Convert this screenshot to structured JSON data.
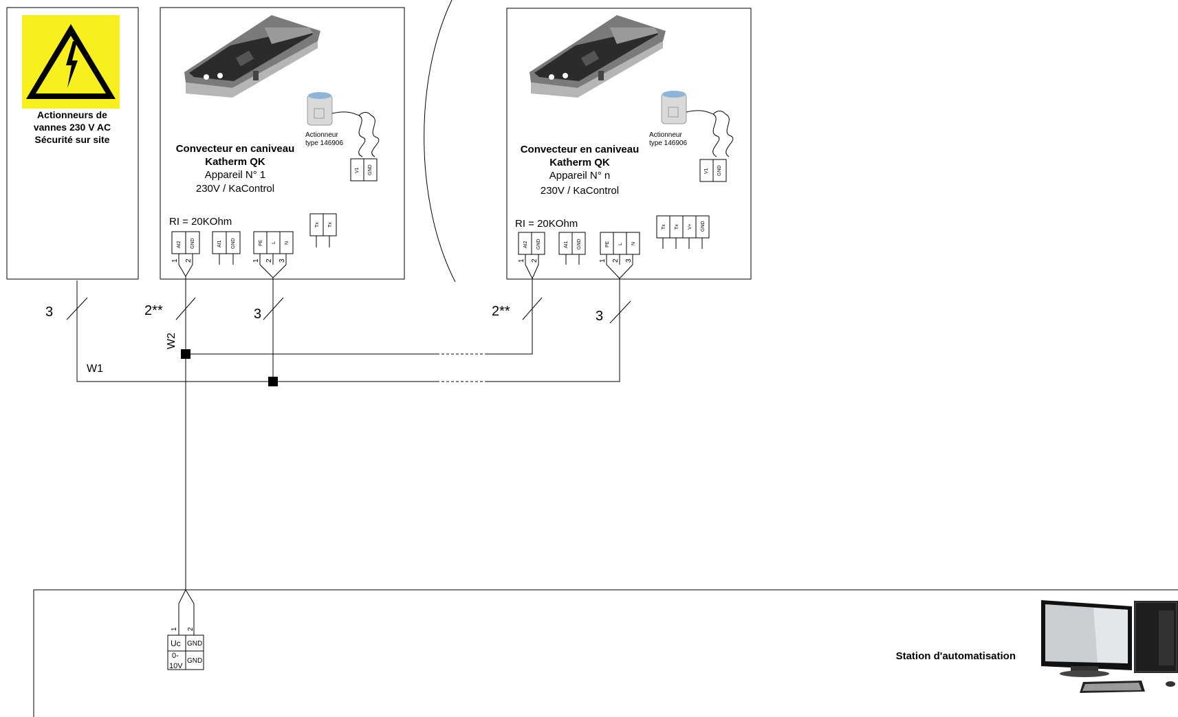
{
  "warning_box": {
    "line1": "Actionneurs de",
    "line2": "vannes 230 V AC",
    "line3": "Sécurité sur site"
  },
  "unit1": {
    "title1": "Convecteur en caniveau",
    "title2": "Katherm QK",
    "device": "Appareil N° 1",
    "power": "230V / KaControl",
    "actuator1": "Actionneur",
    "actuator2": "type 146906",
    "ri": "RI = 20KOhm",
    "terms_ai2": [
      "AI2",
      "GND"
    ],
    "terms_ai1": [
      "AI1",
      "GND"
    ],
    "terms_power": [
      "PE",
      "L",
      "N"
    ],
    "terms_tx": [
      "Tx",
      "Tx"
    ],
    "terms_valve": [
      "V1",
      "GND"
    ]
  },
  "unitn": {
    "title1": "Convecteur en caniveau",
    "title2": "Katherm QK",
    "device": "Appareil N° n",
    "power": "230V / KaControl",
    "actuator1": "Actionneur",
    "actuator2": "type 146906",
    "ri": "RI = 20KOhm",
    "terms_ai2": [
      "AI2",
      "GND"
    ],
    "terms_ai1": [
      "AI1",
      "GND"
    ],
    "terms_power": [
      "PE",
      "L",
      "N"
    ],
    "terms_tx": [
      "Tx",
      "Tx",
      "V+",
      "GND"
    ],
    "terms_valve": [
      "V1",
      "GND"
    ]
  },
  "pins": {
    "p1": "1",
    "p2": "2",
    "p3": "3"
  },
  "cables": {
    "c_warning": "3",
    "c_w2_unit1": "2**",
    "c_power_unit1": "3",
    "c_w2_unitn": "2**",
    "c_power_unitn": "3",
    "w1": "W1",
    "w2": "W2"
  },
  "station": {
    "label": "Station d'automatisation",
    "uc": "Uc",
    "gnd1": "GND",
    "range1": "0-",
    "range2": "10V",
    "gnd2": "GND"
  }
}
